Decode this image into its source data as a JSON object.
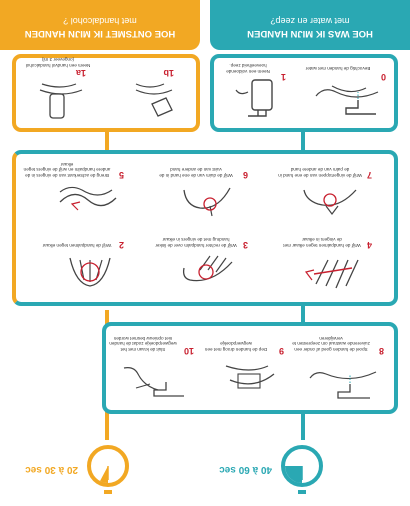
{
  "colors": {
    "teal": "#2aa8b3",
    "orange": "#f2a823",
    "red": "#c8202f"
  },
  "water": {
    "title_line1": "HOE WAS IK MIJN HANDEN",
    "title_line2": "met water en zeep?",
    "prep": [
      {
        "num": "0",
        "caption": "Bevochtig de handen met water",
        "icon": "faucet-hands-icon"
      },
      {
        "num": "1",
        "caption": "Neem een voldoende hoeveelheid zeep.",
        "icon": "soap-dispenser-icon"
      }
    ],
    "finish": [
      {
        "num": "8",
        "caption": "Spoel de handen goed af onder een zuiverende wastraal om zeepresten te verwijderen",
        "icon": "rinse-hands-icon"
      },
      {
        "num": "9",
        "caption": "Dep de handen droog met een wegwerpdoekje",
        "icon": "towel-hands-icon"
      },
      {
        "num": "10",
        "caption": "Sluit de kraan met het wegwerpdoekje zodat de handen niet opnieuw besmet worden",
        "icon": "close-tap-icon"
      }
    ],
    "time": "40 à 60 sec"
  },
  "alcohol": {
    "title_line1": "HOE ONTSMET IK MIJN HANDEN",
    "title_line2": "met handalcohol ?",
    "prep": [
      {
        "num": "1a",
        "caption": "Neem een handvol handalcohol (ongeveer 3 ml)",
        "icon": "alcohol-bottle-icon"
      },
      {
        "num": "1b",
        "caption": "",
        "icon": "pour-alcohol-icon"
      }
    ],
    "time": "20 à 30 sec"
  },
  "steps": [
    {
      "num": "2",
      "caption": "Wrijf de handpalmen tegen elkaar",
      "icon": "palms-rub-icon"
    },
    {
      "num": "3",
      "caption": "Wrijf de rechter handpalm over de linker handrug met de vingers in elkaar",
      "icon": "back-hand-rub-icon"
    },
    {
      "num": "4",
      "caption": "Wrijf de handpalmen tegen elkaar met de vingers in elkaar",
      "icon": "fingers-interlaced-icon"
    },
    {
      "num": "5",
      "caption": "Breng de achterkant van de vingers in de andere handpalm en wrijf de vingers tegen elkaar",
      "icon": "finger-backs-icon"
    },
    {
      "num": "6",
      "caption": "Wrijf de duim van de ene hand in de vuist van de andere hand",
      "icon": "thumb-rub-icon"
    },
    {
      "num": "7",
      "caption": "Wrijf de vingertoppen van de ene hand in de palm van de andere hand",
      "icon": "fingertips-rub-icon"
    }
  ]
}
